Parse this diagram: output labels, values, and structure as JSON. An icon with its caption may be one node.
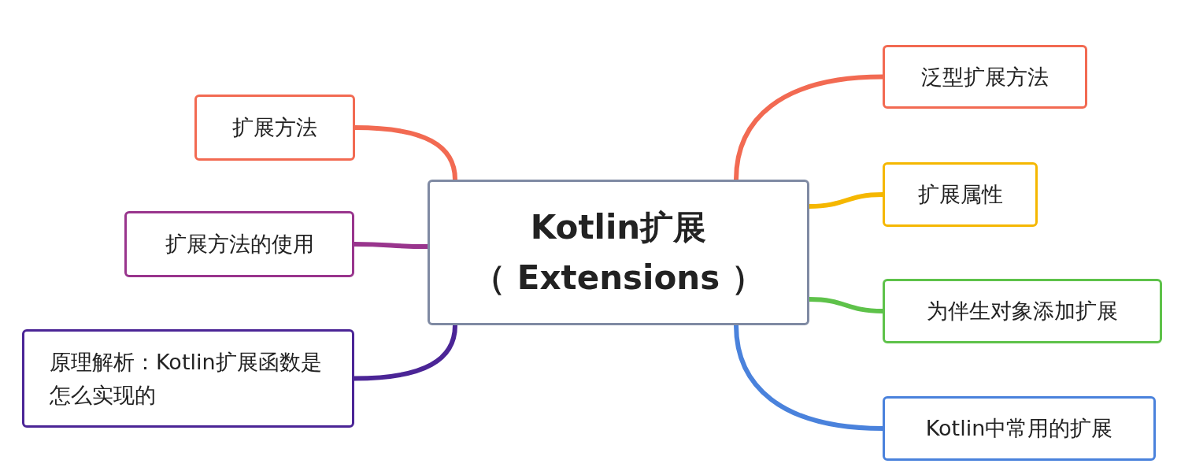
{
  "diagram": {
    "nodes": [
      {
        "text": [
          "Kotlin扩展",
          "（ Extensions ）"
        ]
      },
      {
        "text": [
          "扩展方法"
        ]
      },
      {
        "text": [
          "扩展方法的使用"
        ]
      },
      {
        "text": [
          "原理解析：Kotlin扩展函数是怎么实现的"
        ]
      },
      {
        "text": [
          "泛型扩展方法"
        ]
      },
      {
        "text": [
          "扩展属性"
        ]
      },
      {
        "text": [
          "为伴生对象添加扩展"
        ]
      },
      {
        "text": [
          "Kotlin中常用的扩展"
        ]
      }
    ],
    "edges": [
      {
        "from": 0,
        "to": 1,
        "arrow": "none",
        "color": "#f26a52"
      },
      {
        "from": 0,
        "to": 2,
        "arrow": "none",
        "color": "#99358d"
      },
      {
        "from": 0,
        "to": 3,
        "arrow": "none",
        "color": "#4b2596"
      },
      {
        "from": 0,
        "to": 4,
        "arrow": "none",
        "color": "#f26a52"
      },
      {
        "from": 0,
        "to": 5,
        "arrow": "none",
        "color": "#f5b700"
      },
      {
        "from": 0,
        "to": 6,
        "arrow": "none",
        "color": "#5ec24a"
      },
      {
        "from": 0,
        "to": 7,
        "arrow": "none",
        "color": "#4a82dc"
      }
    ]
  }
}
